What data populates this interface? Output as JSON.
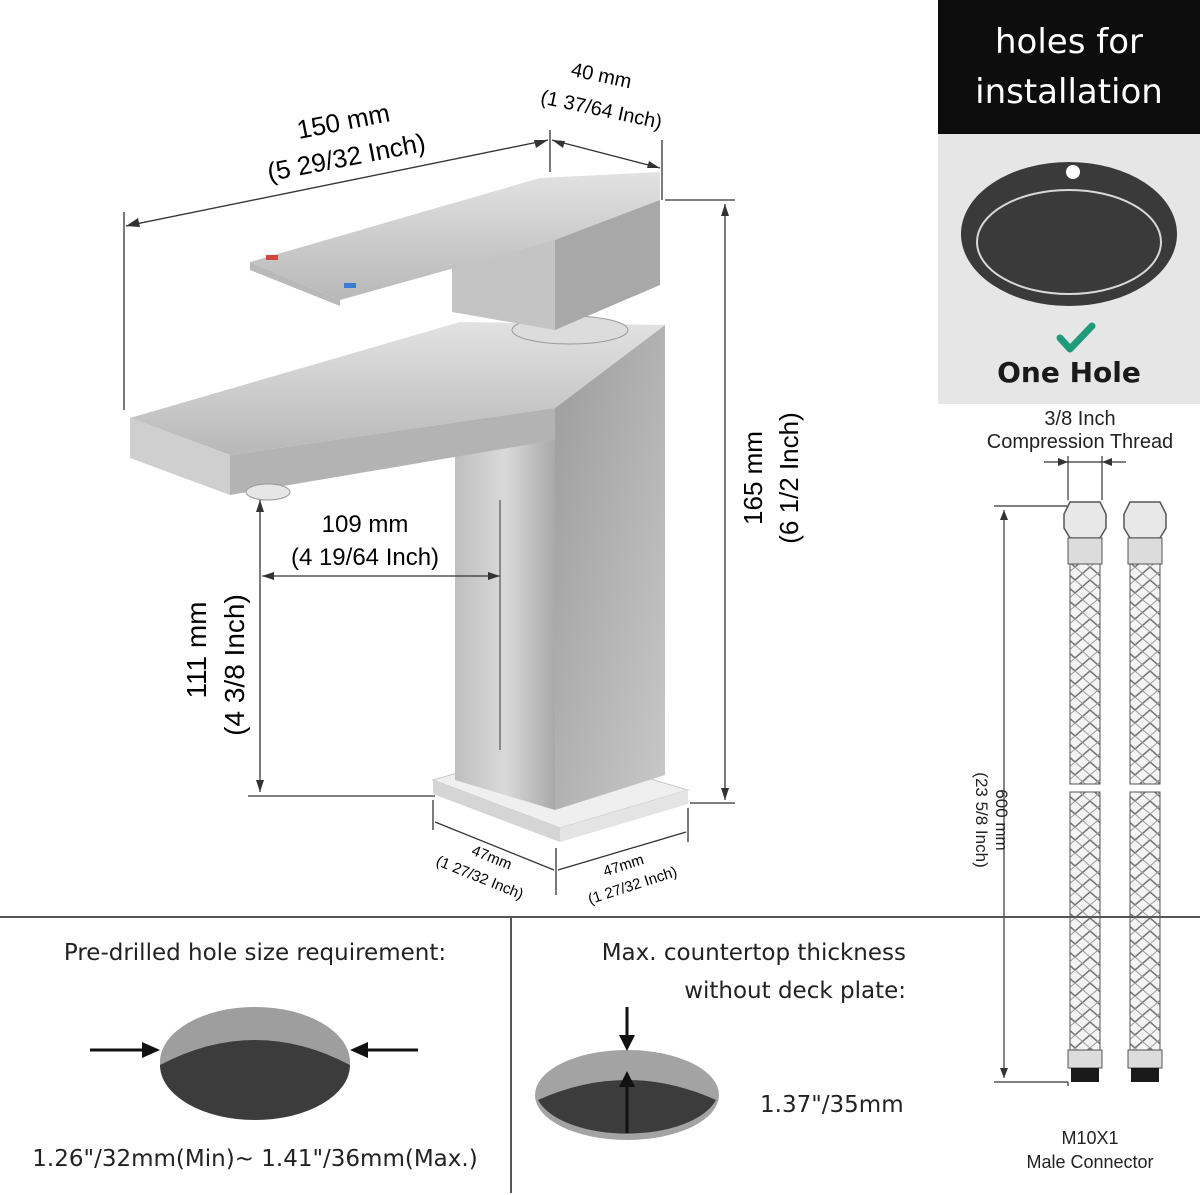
{
  "dimensions": {
    "length": {
      "mm": "150 mm",
      "inch": "(5 29/32 Inch)"
    },
    "handle": {
      "mm": "40 mm",
      "inch": "(1 37/64 Inch)"
    },
    "height": {
      "mm": "165 mm",
      "inch": "(6 1/2 Inch)"
    },
    "reach": {
      "mm": "109 mm",
      "inch": "(4 19/64 Inch)"
    },
    "spout": {
      "mm": "111 mm",
      "inch": "(4 3/8 Inch)"
    },
    "base_left": {
      "mm": "47mm",
      "inch": "(1 27/32 Inch)"
    },
    "base_right": {
      "mm": "47mm",
      "inch": "(1 27/32 Inch)"
    }
  },
  "install": {
    "title_line1": "holes for",
    "title_line2": "installation",
    "hole_label": "One Hole",
    "check_icon": "check-icon",
    "accent": "#1f9b7a"
  },
  "hose": {
    "thread_line1": "3/8 Inch",
    "thread_line2": "Compression Thread",
    "length_mm": "600 mm",
    "length_inch": "(23 5/8 Inch)",
    "connector_line1": "M10X1",
    "connector_line2": "Male Connector"
  },
  "requirements": {
    "hole_title": "Pre-drilled hole size requirement:",
    "hole_size": "1.26\"/32mm(Min)~ 1.41\"/36mm(Max.)",
    "thickness_title_line1": "Max. countertop thickness",
    "thickness_title_line2": "without deck plate:",
    "thickness_value": "1.37\"/35mm"
  }
}
